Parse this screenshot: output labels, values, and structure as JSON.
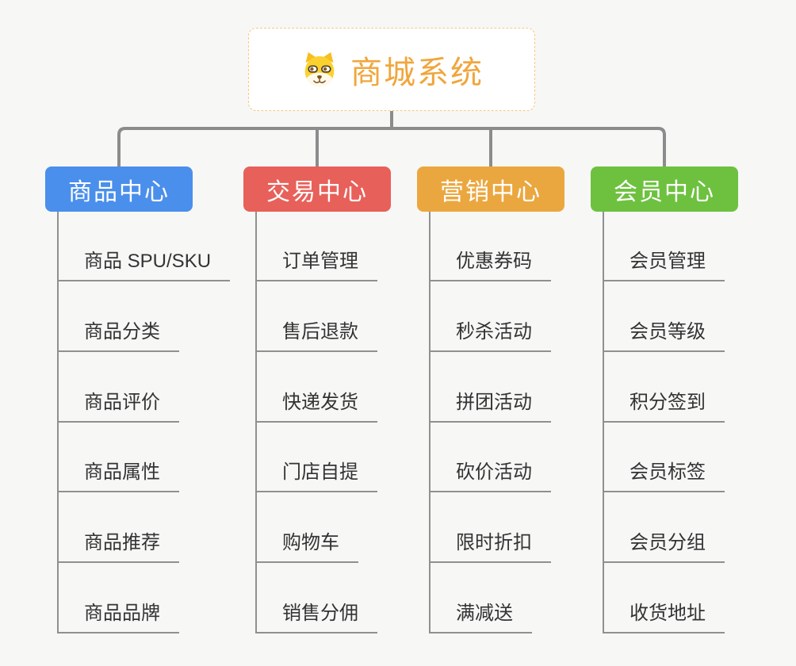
{
  "root": {
    "title": "商城系统",
    "icon": "dog-face-icon",
    "text_color": "#F0A63C",
    "border_color": "#F5C97D",
    "background": "#FFFFFF"
  },
  "canvas": {
    "background_color": "#F7F7F6",
    "connector_color": "#8C8C8C",
    "leaf_line_color": "#909090",
    "leaf_text_color": "#333333"
  },
  "branches": [
    {
      "label": "商品中心",
      "color": "#4A8FEB",
      "children": [
        "商品 SPU/SKU",
        "商品分类",
        "商品评价",
        "商品属性",
        "商品推荐",
        "商品品牌"
      ]
    },
    {
      "label": "交易中心",
      "color": "#E8605A",
      "children": [
        "订单管理",
        "售后退款",
        "快递发货",
        "门店自提",
        "购物车",
        "销售分佣"
      ]
    },
    {
      "label": "营销中心",
      "color": "#EBA73F",
      "children": [
        "优惠券码",
        "秒杀活动",
        "拼团活动",
        "砍价活动",
        "限时折扣",
        "满减送"
      ]
    },
    {
      "label": "会员中心",
      "color": "#6DC13F",
      "children": [
        "会员管理",
        "会员等级",
        "积分签到",
        "会员标签",
        "会员分组",
        "收货地址"
      ]
    }
  ]
}
